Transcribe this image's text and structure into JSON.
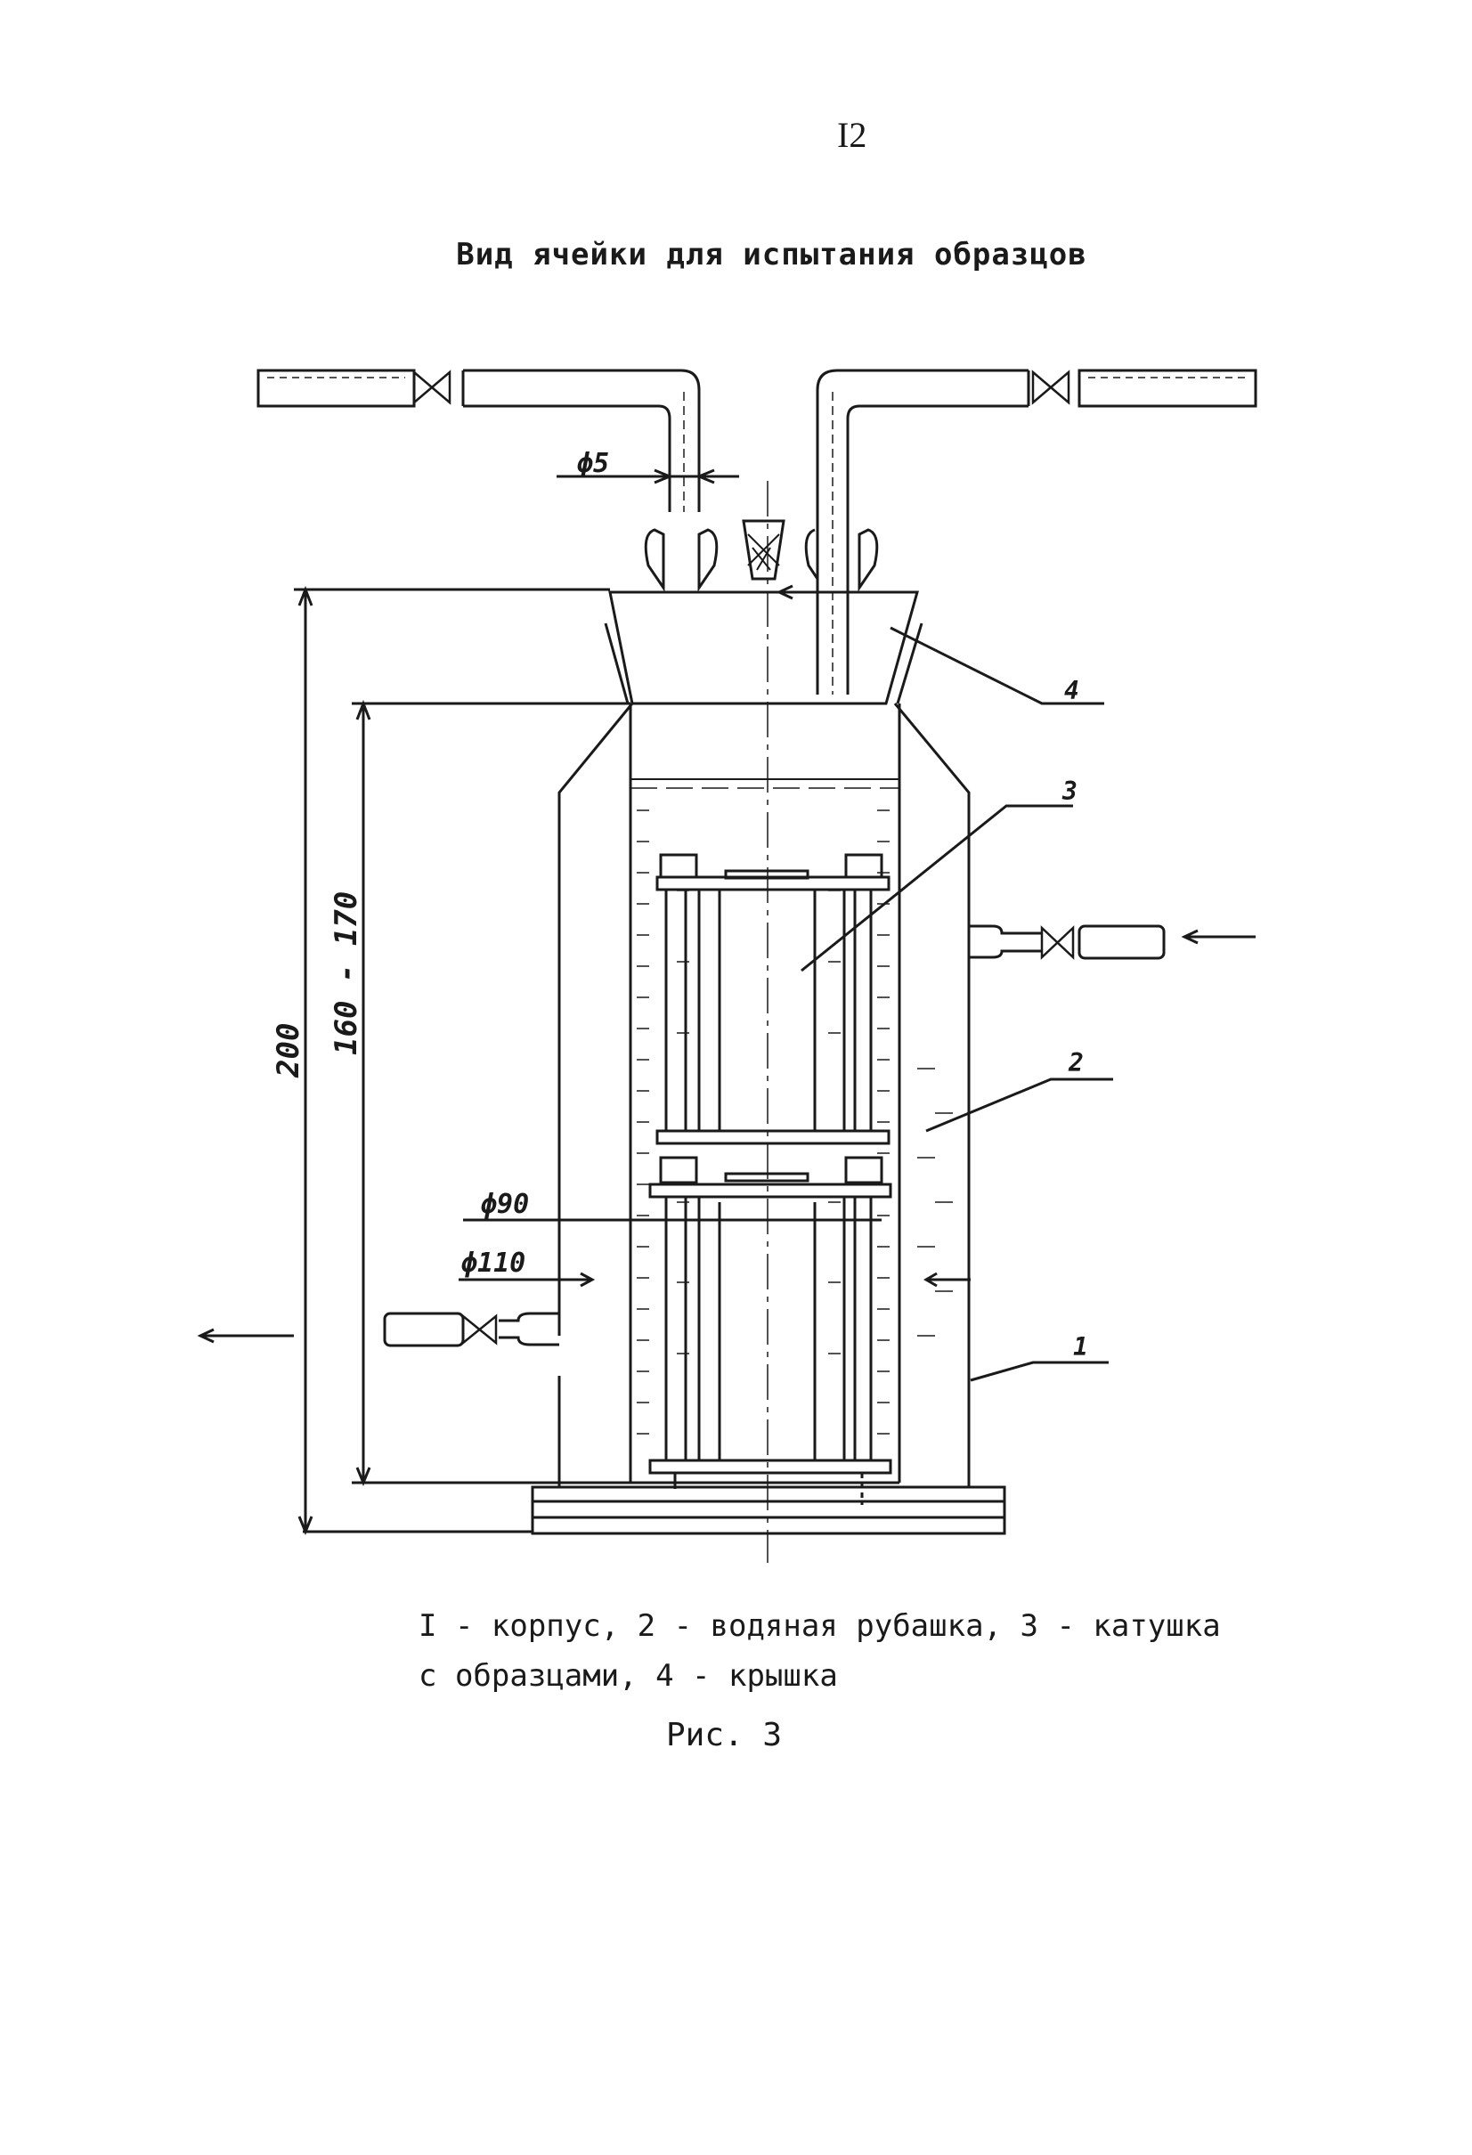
{
  "page_number": "I2",
  "figure_title": "Вид ячейки для испытания образцов",
  "dimensions": {
    "tube_diameter": "ϕ5",
    "total_height": "200",
    "liquid_height": "160 - 170",
    "inner_diameter": "ϕ90",
    "outer_diameter": "ϕ110"
  },
  "callouts": {
    "c1": "1",
    "c2": "2",
    "c3": "3",
    "c4": "4"
  },
  "legend": "I - корпус, 2 - водяная рубашка, 3 - катушка с образцами, 4 - крышка",
  "caption": "Рис. 3"
}
